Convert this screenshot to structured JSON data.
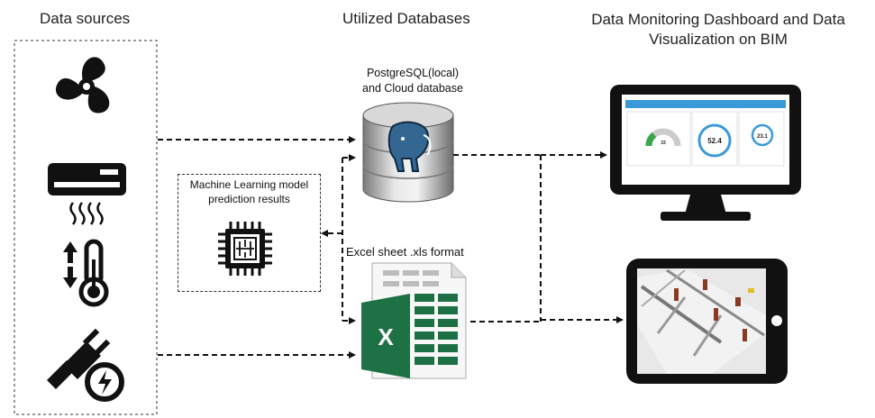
{
  "headers": {
    "data_sources": "Data sources",
    "databases": "Utilized Databases",
    "dashboard_line1": "Data Monitoring Dashboard and Data",
    "dashboard_line2": "Visualization on BIM"
  },
  "database": {
    "line1": "PostgreSQL(local)",
    "line2": "and Cloud database"
  },
  "ml": {
    "line1": "Machine Learning model",
    "line2": "prediction results"
  },
  "excel": {
    "label": "Excel sheet .xls format",
    "letter": "X"
  },
  "monitor": {
    "gauge1": "33",
    "gauge2": "52.4",
    "gauge3": "23.1"
  },
  "icons": [
    "fan-icon",
    "air-conditioner-icon",
    "thermometer-icon",
    "power-plug-icon",
    "chip-icon",
    "database-icon",
    "excel-icon",
    "monitor-icon",
    "tablet-icon"
  ]
}
